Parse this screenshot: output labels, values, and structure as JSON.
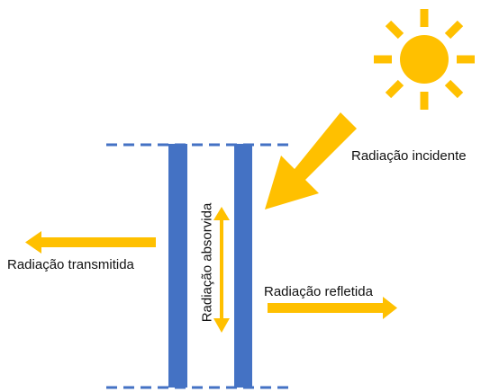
{
  "labels": {
    "incident": "Radiação incidente",
    "transmitted": "Radiação transmitida",
    "reflected": "Radiação refletida",
    "absorbed": "Radiação absorvida"
  },
  "colors": {
    "sun": "#FFC000",
    "arrows": "#FFC000",
    "plates": "#4472C4",
    "dashed_lines": "#4472C4"
  },
  "icons": {
    "sun": "sun-icon"
  }
}
